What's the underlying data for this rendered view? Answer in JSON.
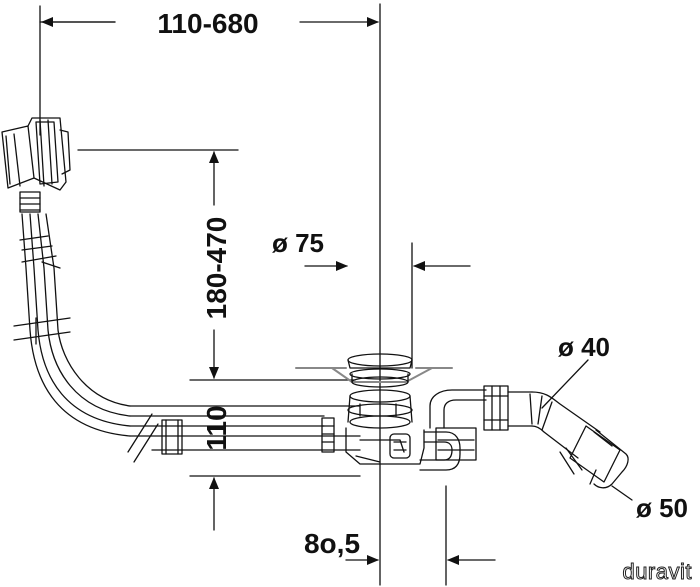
{
  "dimensions": {
    "horizontal_range": "110-680",
    "vertical_range": "180-470",
    "drain_diameter": "ø 75",
    "overflow_diameter": "ø 40",
    "outlet_diameter": "ø 50",
    "trap_height": "110",
    "offset": "8o,5"
  },
  "brand": {
    "logo_text": "duravit"
  },
  "colors": {
    "line": "#111111",
    "tub_edge": "#888888",
    "background": "#ffffff"
  }
}
